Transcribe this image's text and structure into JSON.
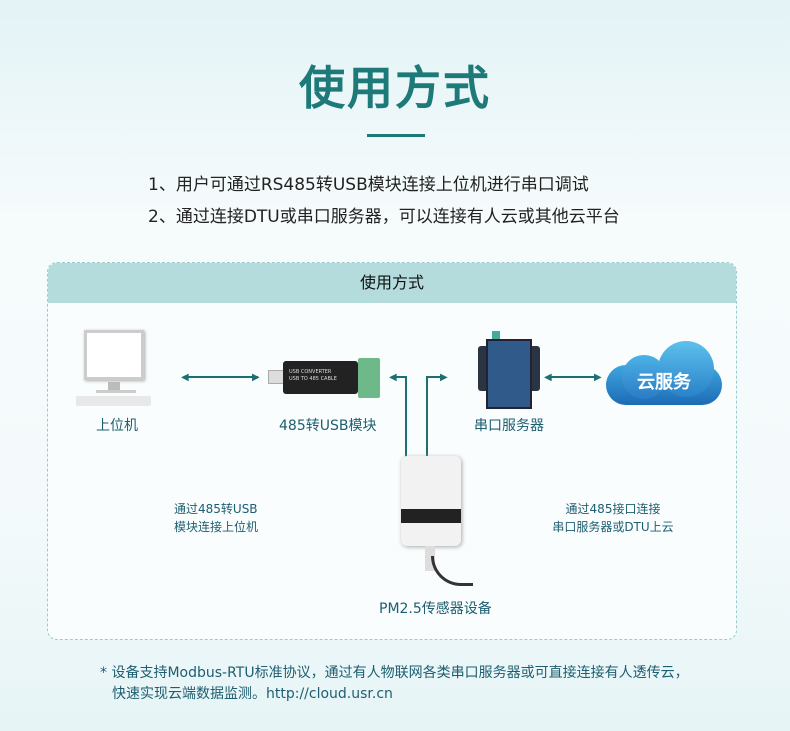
{
  "title": "使用方式",
  "intro": [
    "1、用户可通过RS485转USB模块连接上位机进行串口调试",
    "2、通过连接DTU或串口服务器，可以连接有人云或其他云平台"
  ],
  "diagram": {
    "header": "使用方式",
    "pc_label": "上位机",
    "module_label": "485转USB模块",
    "module_text": [
      "USB CONVERTER",
      "USB TO 485 CABLE"
    ],
    "server_label": "串口服务器",
    "cloud_label": "云服务",
    "left_note": [
      "通过485转USB",
      "模块连接上位机"
    ],
    "right_note": [
      "通过485接口连接",
      "串口服务器或DTU上云"
    ],
    "sensor_label": "PM2.5传感器设备"
  },
  "footnote": [
    "* 设备支持Modbus-RTU标准协议，通过有人物联网各类串口服务器或可直接连接有人透传云，",
    "快速实现云端数据监测。http://cloud.usr.cn"
  ]
}
